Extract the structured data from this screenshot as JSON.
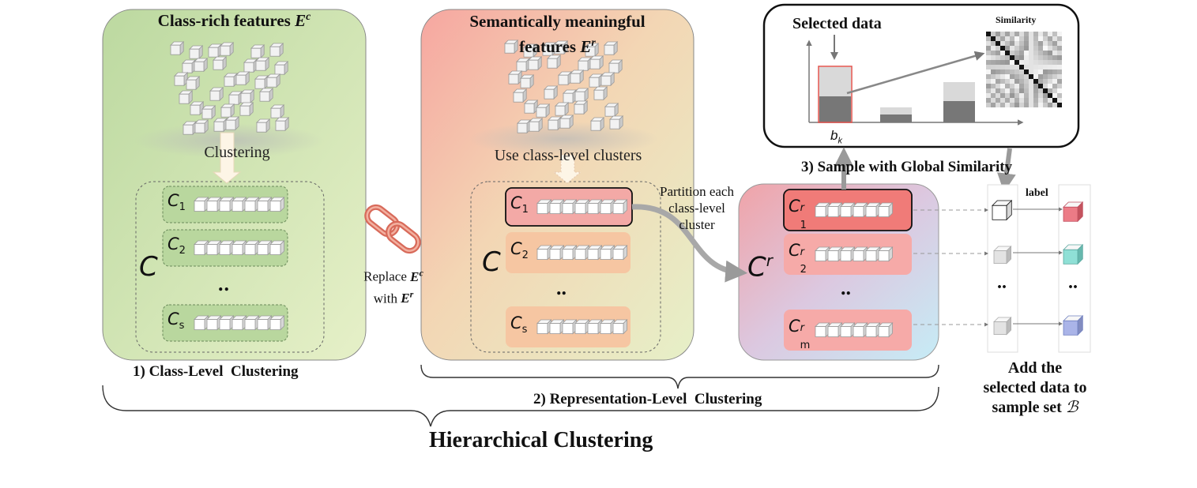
{
  "panel1": {
    "title": "Class-rich features",
    "title_sym": "E",
    "title_sup": "c",
    "clustering_label": "Clustering",
    "big_c": "C",
    "rows": [
      {
        "base": "C",
        "sub": "1",
        "sup": ""
      },
      {
        "base": "C",
        "sub": "2",
        "sup": ""
      },
      {
        "base": "C",
        "sub": "s",
        "sup": ""
      }
    ],
    "dots": "..",
    "caption": "1) Class-Level  Clustering"
  },
  "link": {
    "line1": "Replace",
    "line1_sym": "E",
    "line1_sup": "c",
    "line2": "with",
    "line2_sym": "E",
    "line2_sup": "r"
  },
  "panel2": {
    "title_line1": "Semantically meaningful",
    "title_line2": "features",
    "title_sym": "E",
    "title_sup": "r",
    "use_label": "Use class-level clusters",
    "big_c": "C",
    "rows": [
      {
        "base": "C",
        "sub": "1",
        "sup": ""
      },
      {
        "base": "C",
        "sub": "s",
        "sup": ""
      }
    ],
    "dots": ".."
  },
  "partition": {
    "lines": [
      "Partition each",
      "class-level",
      "cluster"
    ]
  },
  "panel3": {
    "big_c": "C",
    "big_c_sup": "r",
    "rows": [
      {
        "base": "C",
        "sub": "1",
        "sup": "r"
      },
      {
        "base": "C",
        "sub": "2",
        "sup": "r"
      },
      {
        "base": "C",
        "sub": "m",
        "sup": "r"
      }
    ],
    "dots": ".."
  },
  "caption2": "2) Representation-Level  Clustering",
  "main_caption": "Hierarchical Clustering",
  "inset": {
    "selected_label": "Selected data",
    "similarity_label": "Similarity",
    "bk_label": "b",
    "bk_sub": "k"
  },
  "step3": "3) Sample with Global Similarity",
  "label_word": "label",
  "dots_col": "..",
  "add_text": [
    "Add the",
    "selected data to",
    "sample set"
  ],
  "add_sym": "ℬ",
  "colors": {
    "green_panel": "#cfe3b4",
    "red_cluster": "#f08080",
    "orange_cluster": "#f5c6a0",
    "cyan_cube": "#8fe0d6",
    "blue_cube": "#aab4e8",
    "pink_cube": "#ec7b86"
  }
}
